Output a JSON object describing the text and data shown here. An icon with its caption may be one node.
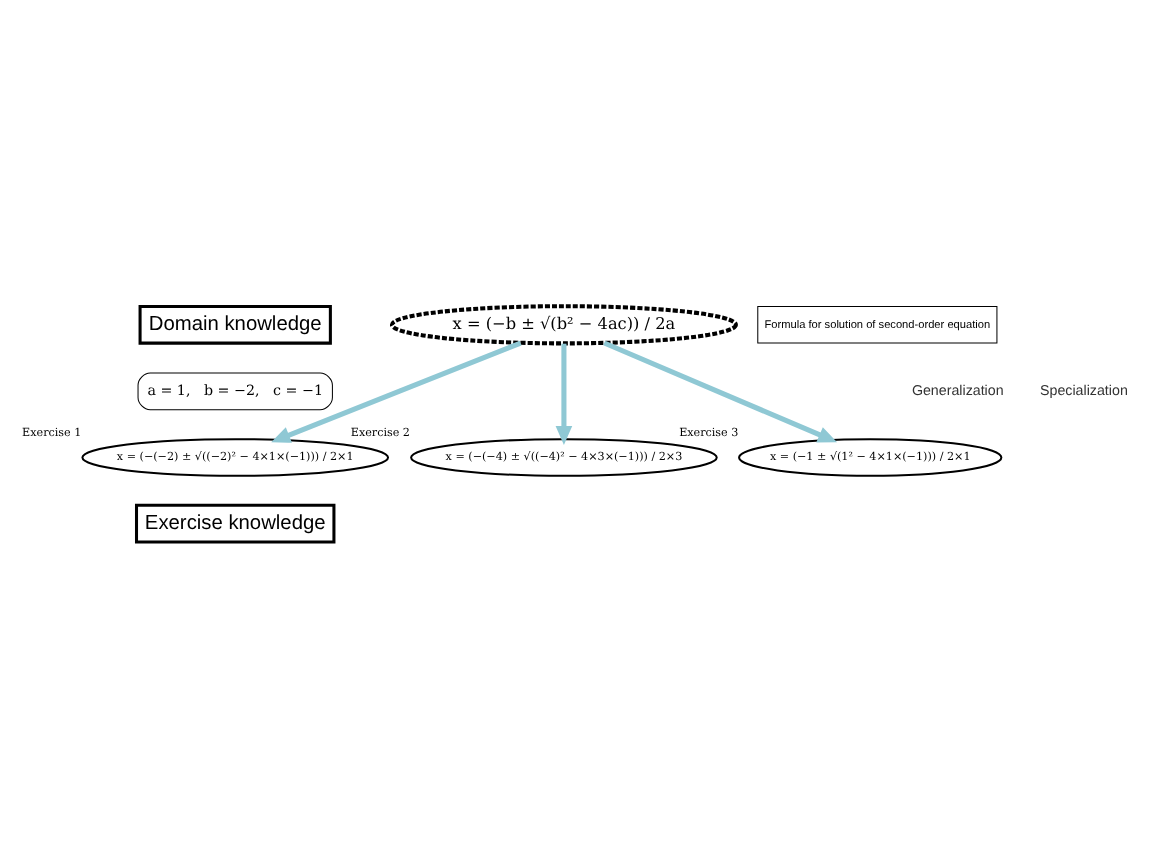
{
  "diagram": {
    "nodes": [
      {
        "text": [
          "Domain knowledge"
        ]
      },
      {
        "text": [
          "x = (−b ± √(b² − 4ac)) / 2a"
        ]
      },
      {
        "text": [
          "Formula for solution of second-order equation"
        ]
      },
      {
        "text": [
          "a = 1,   b = −2,   c = −1"
        ]
      },
      {
        "text": [
          "x = (−(−2) ± √((−2)² − 4×1×(−1))) / 2×1"
        ],
        "beside": [
          "Exercise 1"
        ]
      },
      {
        "text": [
          "x = (−(−4) ± √((−4)² − 4×3×(−1))) / 2×3"
        ],
        "beside": [
          "Exercise 2"
        ]
      },
      {
        "text": [
          "x = (−1 ± √(1² − 4×1×(−1))) / 2×1"
        ],
        "beside": [
          "Exercise 3"
        ]
      },
      {
        "text": [
          "Exercise knowledge"
        ]
      }
    ],
    "edges": [
      {
        "from": 1,
        "to": 4,
        "arrow": "to"
      },
      {
        "from": 1,
        "to": 5,
        "arrow": "to"
      },
      {
        "from": 1,
        "to": 6,
        "arrow": "to"
      }
    ],
    "labels": [
      "Generalization",
      "Specialization"
    ]
  }
}
